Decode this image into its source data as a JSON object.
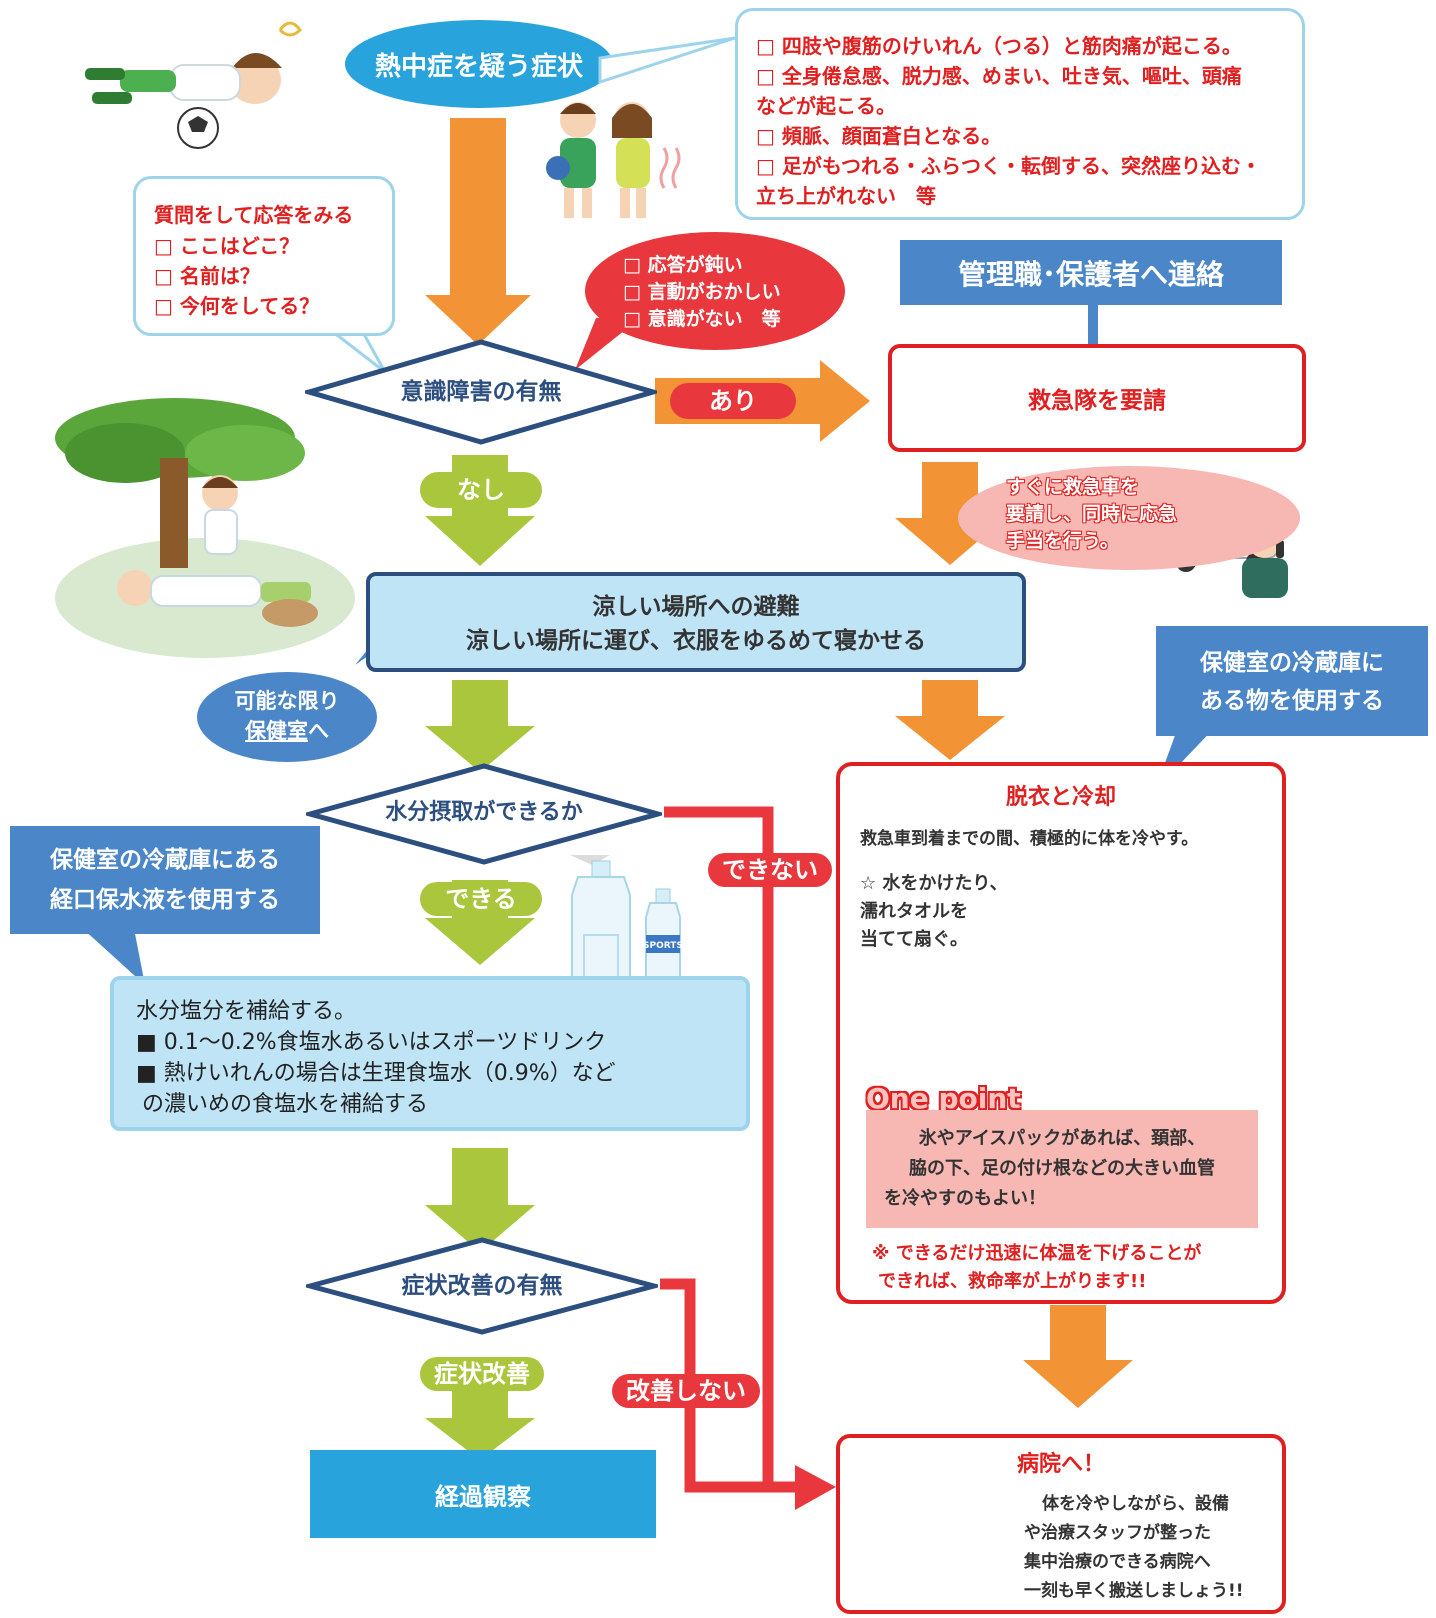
{
  "colors": {
    "accent_blue": "#4a86c8",
    "decision_border": "#2c4f80",
    "pale_blue": "#bfe4f6",
    "light_blue_border": "#9ed3ec",
    "orange_arrow": "#f29435",
    "green_arrow": "#aac63c",
    "red_line": "#e8383d",
    "red_border": "#e02020",
    "pink_note": "#f7b7b3",
    "observe_box": "#29a3dc"
  },
  "icons": [
    "fainted-boy-icon",
    "children-icon",
    "tree-rest-icon",
    "water-bottle-icon",
    "ambulance-icon",
    "phone-man-icon",
    "kettle-icon",
    "air-conditioner-icon",
    "fan-icon",
    "cooling-child-icon",
    "ambulance-small-icon"
  ],
  "start": {
    "label": "熱中症を疑う症状"
  },
  "symptoms": {
    "lines": [
      "□ 四肢や腹筋のけいれん（つる）と筋肉痛が起こる。",
      "□ 全身倦怠感、脱力感、めまい、吐き気、嘔吐、頭痛",
      "などが起こる。",
      "□ 頻脈、顔面蒼白となる。",
      "□ 足がもつれる・ふらつく・転倒する、突然座り込む・",
      "立ち上がれない　等"
    ]
  },
  "question_bubble": {
    "title": "質問をして応答をみる",
    "items": [
      "□ ここはどこ？",
      "□ 名前は？",
      "□ 今何をしてる？"
    ]
  },
  "response_bubble": {
    "items": [
      "□ 応答が鈍い",
      "□ 言動がおかしい",
      "□ 意識がない　等"
    ]
  },
  "contact_box": {
    "label": "管理職･保護者へ連絡"
  },
  "decision_consciousness": {
    "label": "意識障害の有無"
  },
  "label_yes": "あり",
  "call_ambulance": {
    "label": "救急隊を要請"
  },
  "label_none": "なし",
  "ambulance_note": {
    "lines": [
      "すぐに救急車を",
      "要請し、同時に応急",
      "手当を行う。"
    ]
  },
  "evacuate": {
    "line1": "涼しい場所への避難",
    "line2": "涼しい場所に運び、衣服をゆるめて寝かせる"
  },
  "health_room_bubble": {
    "line1": "可能な限り",
    "line2_link": "保健室",
    "line2_suffix": "へ"
  },
  "fridge_note_right": {
    "line1": "保健室の冷蔵庫に",
    "line2": "ある物を使用する"
  },
  "decision_water": {
    "label": "水分摂取ができるか"
  },
  "label_cannot": "できない",
  "label_can": "できる",
  "fridge_note_left": {
    "line1": "保健室の冷蔵庫にある",
    "line2": "経口保水液を使用する"
  },
  "hydrate": {
    "lines": [
      "水分塩分を補給する。",
      "■ 0.1〜0.2%食塩水あるいはスポーツドリンク",
      "■ 熱けいれんの場合は生理食塩水（0.9%）など",
      "の濃いめの食塩水を補給する"
    ]
  },
  "cooling": {
    "title": "脱衣と冷却",
    "subtitle": "救急車到着までの間、積極的に体を冷やす。",
    "method_lines": [
      "☆ 水をかけたり、",
      "濡れタオルを",
      "当てて扇ぐ。"
    ],
    "bottle_text": "SPORTS",
    "one_point_label": "One point",
    "one_point_lines": [
      "氷やアイスパックがあれば、頚部、",
      "脇の下、足の付け根などの大きい血管",
      "を冷やすのもよい！"
    ],
    "note_lines": [
      "※ できるだけ迅速に体温を下げることが",
      "できれば、救命率が上がります!!"
    ]
  },
  "decision_improve": {
    "label": "症状改善の有無"
  },
  "label_improved": "症状改善",
  "label_not_improved": "改善しない",
  "observe": {
    "label": "経過観察"
  },
  "hospital": {
    "title": "病院へ！",
    "lines": [
      "体を冷やしながら、設備",
      "や治療スタッフが整った",
      "集中治療のできる病院へ",
      "一刻も早く搬送しましょう!!"
    ]
  }
}
